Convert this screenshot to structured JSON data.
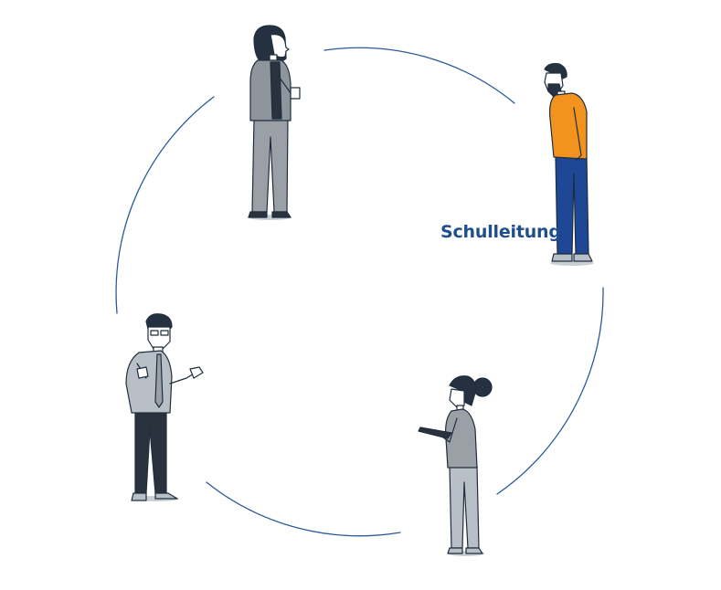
{
  "diagram": {
    "role_label": "Schulleitung",
    "colors": {
      "arc": "#2a5a9a",
      "label": "#1f4e8c",
      "outline": "#1f2d3d",
      "gray_clothing": "#9aa0a6",
      "light_gray_clothing": "#b8bfc6",
      "dark_clothing": "#2a333d",
      "orange_shirt": "#f2921f",
      "blue_jeans": "#1e4796",
      "skin": "#ffffff",
      "hair": "#253140"
    },
    "people": [
      {
        "id": "woman-with-cup",
        "holds": "cup"
      },
      {
        "id": "bearded-man-orange-shirt",
        "holds": "none"
      },
      {
        "id": "woman-with-tablet",
        "holds": "tablet"
      },
      {
        "id": "man-with-glasses-gesturing",
        "holds": "none"
      }
    ]
  }
}
